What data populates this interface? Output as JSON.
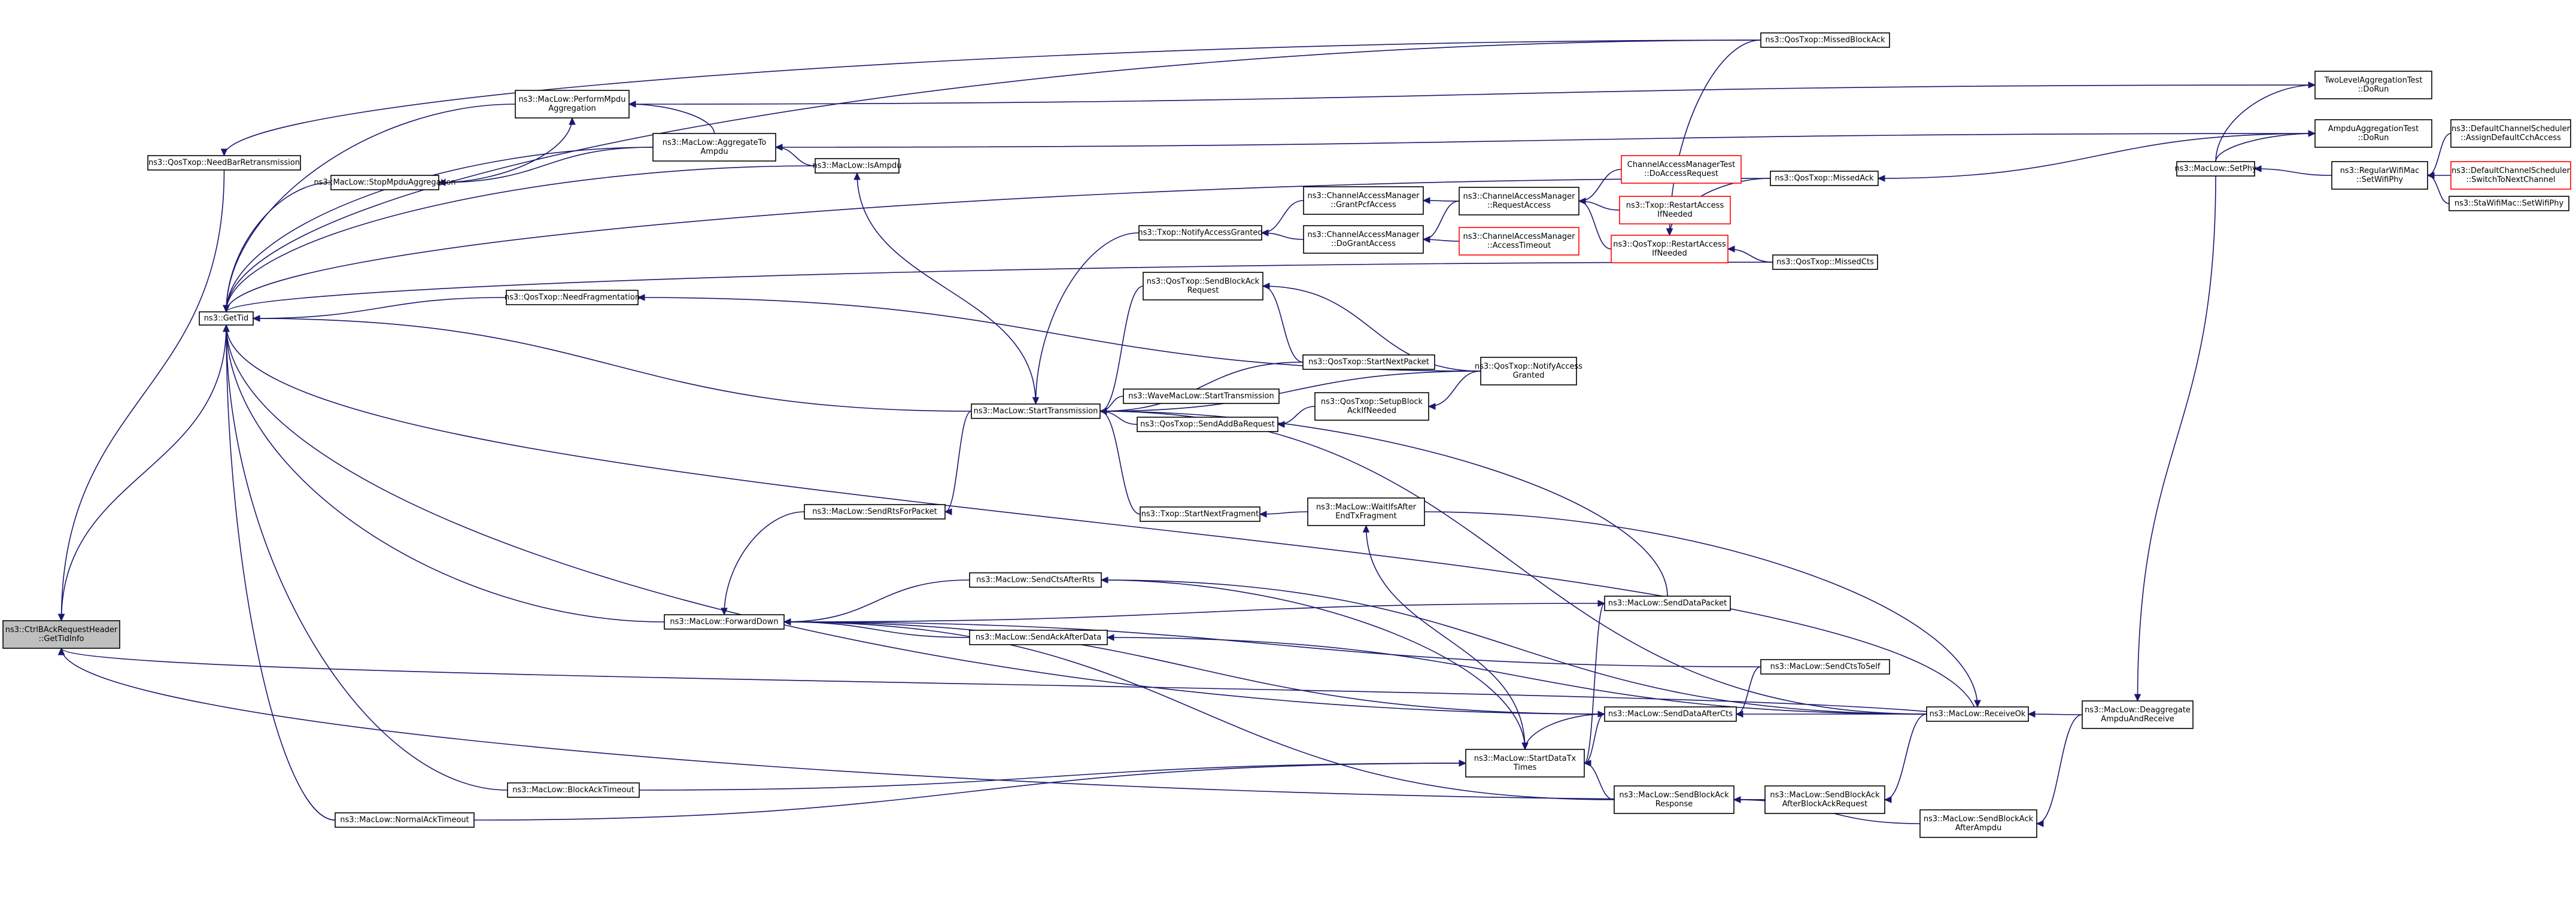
{
  "colors": {
    "edge": "#191970",
    "node_border": "#000000",
    "node_border_red": "#ff0000",
    "root_fill": "#bfbfbf",
    "node_fill": "#ffffff"
  },
  "nodes": {
    "n01": [
      "ns3::CtrlBAckRequestHeader",
      "::GetTidInfo"
    ],
    "n02": [
      "ns3::QosTxop::NeedBarRetransmission"
    ],
    "n03": [
      "ns3::GetTid"
    ],
    "n04": [
      "ns3::MacLow::PerformMpdu",
      "Aggregation"
    ],
    "n05": [
      "ns3::MacLow::StopMpduAggregation"
    ],
    "n06": [
      "ns3::MacLow::AggregateTo",
      "Ampdu"
    ],
    "n07": [
      "ns3::MacLow::IsAmpdu"
    ],
    "n08": [
      "ns3::QosTxop::NeedFragmentation"
    ],
    "n09": [
      "ns3::MacLow::StartTransmission"
    ],
    "n10": [
      "ns3::MacLow::SendRtsForPacket"
    ],
    "n11": [
      "ns3::MacLow::ForwardDown"
    ],
    "n12": [
      "ns3::MacLow::SendCtsAfterRts"
    ],
    "n13": [
      "ns3::MacLow::SendAckAfterData"
    ],
    "n14": [
      "ns3::MacLow::BlockAckTimeout"
    ],
    "n15": [
      "ns3::MacLow::NormalAckTimeout"
    ],
    "n16": [
      "ns3::Txop::NotifyAccessGranted"
    ],
    "n17": [
      "ns3::QosTxop::SendBlockAck",
      "Request"
    ],
    "n18": [
      "ns3::WaveMacLow::StartTransmission"
    ],
    "n19": [
      "ns3::QosTxop::SendAddBaRequest"
    ],
    "n20": [
      "ns3::Txop::StartNextFragment"
    ],
    "n21": [
      "ns3::ChannelAccessManager",
      "::GrantPcfAccess"
    ],
    "n22": [
      "ns3::ChannelAccessManager",
      "::DoGrantAccess"
    ],
    "n23": [
      "ns3::QosTxop::StartNextPacket"
    ],
    "n24": [
      "ns3::QosTxop::SetupBlock",
      "AckIfNeeded"
    ],
    "n25": [
      "ns3::MacLow::WaitIfsAfter",
      "EndTxFragment"
    ],
    "n26": [
      "ns3::MacLow::StartDataTx",
      "Times"
    ],
    "n27": [
      "ns3::ChannelAccessManager",
      "::RequestAccess"
    ],
    "n28": [
      "ns3::ChannelAccessManager",
      "::AccessTimeout"
    ],
    "n29": [
      "ns3::QosTxop::NotifyAccess",
      "Granted"
    ],
    "n30": [
      "ns3::MacLow::SendDataPacket"
    ],
    "n31": [
      "ns3::MacLow::SendDataAfterCts"
    ],
    "n32": [
      "ns3::MacLow::SendBlockAck",
      "Response"
    ],
    "n33": [
      "ChannelAccessManagerTest",
      "::DoAccessRequest"
    ],
    "n34": [
      "ns3::Txop::RestartAccess",
      "IfNeeded"
    ],
    "n35": [
      "ns3::QosTxop::RestartAccess",
      "IfNeeded"
    ],
    "n36": [
      "ns3::QosTxop::MissedBlockAck"
    ],
    "n37": [
      "ns3::QosTxop::MissedAck"
    ],
    "n38": [
      "ns3::QosTxop::MissedCts"
    ],
    "n39": [
      "ns3::MacLow::SendCtsToSelf"
    ],
    "n40": [
      "ns3::MacLow::SendBlockAck",
      "AfterBlockAckRequest"
    ],
    "n41": [
      "ns3::MacLow::ReceiveOk"
    ],
    "n42": [
      "ns3::MacLow::SendBlockAck",
      "AfterAmpdu"
    ],
    "n43": [
      "TwoLevelAggregationTest",
      "::DoRun"
    ],
    "n44": [
      "AmpduAggregationTest",
      "::DoRun"
    ],
    "n45": [
      "ns3::MacLow::Deaggregate",
      "AmpduAndReceive"
    ],
    "n46": [
      "ns3::MacLow::SetPhy"
    ],
    "n47": [
      "ns3::RegularWifiMac",
      "::SetWifiPhy"
    ],
    "n48": [
      "ns3::DefaultChannelScheduler",
      "::AssignDefaultCchAccess"
    ],
    "n49": [
      "ns3::DefaultChannelScheduler",
      "::SwitchToNextChannel"
    ],
    "n50": [
      "ns3::StaWifiMac::SetWifiPhy"
    ]
  }
}
